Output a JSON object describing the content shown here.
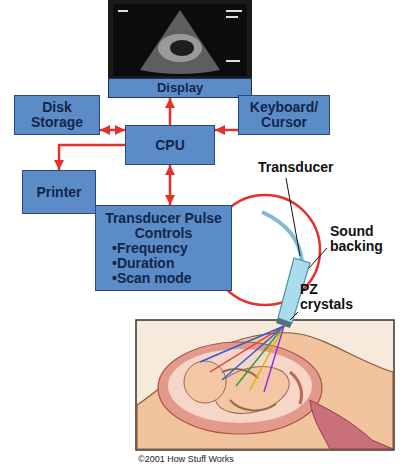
{
  "diagram": {
    "nodes": [
      {
        "text": [
          "Display"
        ]
      },
      {
        "text": [
          "Disk Storage"
        ]
      },
      {
        "text": [
          "Keyboard/ Cursor"
        ]
      },
      {
        "text": [
          "CPU"
        ]
      },
      {
        "text": [
          "Printer"
        ]
      },
      {
        "text": [
          "Transducer Pulse Controls",
          "•Frequency",
          "•Duration",
          "•Scan mode"
        ]
      }
    ],
    "edges": [
      {
        "from": 3,
        "to": 0,
        "arrow": "to"
      },
      {
        "from": 3,
        "to": 1,
        "arrow": "both"
      },
      {
        "from": 2,
        "to": 3,
        "arrow": "to"
      },
      {
        "from": 3,
        "to": 4,
        "arrow": "to"
      },
      {
        "from": 3,
        "to": 5,
        "arrow": "both"
      }
    ],
    "labels": [
      "Transducer",
      "Sound backing",
      "PZ crystals",
      "©2001 How Stuff Works"
    ]
  }
}
